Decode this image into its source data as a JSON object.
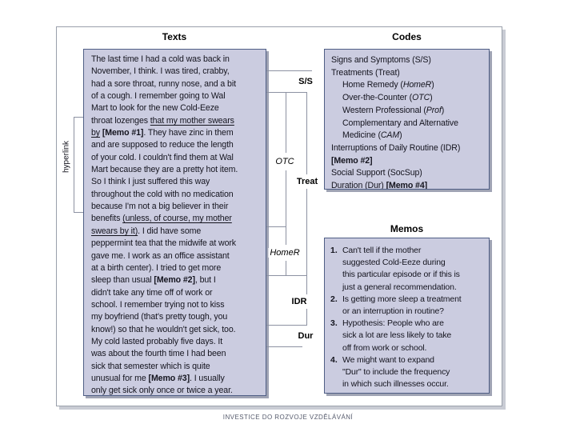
{
  "panels": {
    "texts": {
      "title": "Texts",
      "lines": [
        [
          {
            "t": "The last time I had a cold was back in"
          }
        ],
        [
          {
            "t": "November, I think. I was tired, crabby,"
          }
        ],
        [
          {
            "t": "had a sore throat, runny nose, and a bit"
          }
        ],
        [
          {
            "t": "of a cough. I remember going to Wal"
          }
        ],
        [
          {
            "t": "Mart to look for the new Cold-Eeze"
          }
        ],
        [
          {
            "t": "throat lozenges "
          },
          {
            "t": "that my mother swears",
            "u": 1
          }
        ],
        [
          {
            "t": "by",
            "u": 1
          },
          {
            "t": " "
          },
          {
            "t": "[Memo #1]",
            "b": 1
          },
          {
            "t": ". They have zinc in them"
          }
        ],
        [
          {
            "t": "and are supposed to reduce the length"
          }
        ],
        [
          {
            "t": "of your cold. I couldn't find them at Wal"
          }
        ],
        [
          {
            "t": "Mart because they are a pretty hot item."
          }
        ],
        [
          {
            "t": "So I think I just suffered this way"
          }
        ],
        [
          {
            "t": "throughout the cold with no medication"
          }
        ],
        [
          {
            "t": "because I'm not a big believer in their"
          }
        ],
        [
          {
            "t": "benefits "
          },
          {
            "t": "(unless, of course, my mother",
            "u": 1
          }
        ],
        [
          {
            "t": "swears by it)",
            "u": 1
          },
          {
            "t": ". I did have some"
          }
        ],
        [
          {
            "t": "peppermint tea that the midwife at work"
          }
        ],
        [
          {
            "t": "gave me. I work as an office assistant"
          }
        ],
        [
          {
            "t": "at a birth center). I tried to get more"
          }
        ],
        [
          {
            "t": "sleep than usual "
          },
          {
            "t": "[Memo #2]",
            "b": 1
          },
          {
            "t": ", but I"
          }
        ],
        [
          {
            "t": "didn't take any time off of work or"
          }
        ],
        [
          {
            "t": "school. I remember trying not to kiss"
          }
        ],
        [
          {
            "t": "my boyfriend (that's pretty tough, you"
          }
        ],
        [
          {
            "t": "know!) so that he wouldn't get sick, too."
          }
        ],
        [
          {
            "t": "My cold lasted probably five days. It"
          }
        ],
        [
          {
            "t": "was about the fourth time I had been"
          }
        ],
        [
          {
            "t": "sick that semester which is quite"
          }
        ],
        [
          {
            "t": "unusual for me "
          },
          {
            "t": "[Memo #3]",
            "b": 1
          },
          {
            "t": ". I usually"
          }
        ],
        [
          {
            "t": "only get sick only once or twice a year."
          }
        ]
      ]
    },
    "codes": {
      "title": "Codes",
      "items": [
        {
          "indent": 0,
          "segs": [
            {
              "t": "Signs and Symptoms (S/S)"
            }
          ]
        },
        {
          "indent": 0,
          "segs": [
            {
              "t": "Treatments (Treat)"
            }
          ]
        },
        {
          "indent": 1,
          "segs": [
            {
              "t": "Home Remedy ("
            },
            {
              "t": "HomeR",
              "i": 1
            },
            {
              "t": ")"
            }
          ]
        },
        {
          "indent": 1,
          "segs": [
            {
              "t": "Over-the-Counter ("
            },
            {
              "t": "OTC",
              "i": 1
            },
            {
              "t": ")"
            }
          ]
        },
        {
          "indent": 1,
          "segs": [
            {
              "t": "Western Professional ("
            },
            {
              "t": "Prof",
              "i": 1
            },
            {
              "t": ")"
            }
          ]
        },
        {
          "indent": 1,
          "segs": [
            {
              "t": "Complementary and Alternative"
            }
          ]
        },
        {
          "indent": 1,
          "segs": [
            {
              "t": "Medicine ("
            },
            {
              "t": "CAM",
              "i": 1
            },
            {
              "t": ")"
            }
          ]
        },
        {
          "indent": 0,
          "segs": [
            {
              "t": "Interruptions of Daily Routine (IDR)"
            }
          ]
        },
        {
          "indent": 0,
          "segs": [
            {
              "t": "[Memo #2]",
              "b": 1
            }
          ]
        },
        {
          "indent": 0,
          "segs": [
            {
              "t": "Social Support (SocSup)"
            }
          ]
        },
        {
          "indent": 0,
          "segs": [
            {
              "t": "Duration (Dur) "
            },
            {
              "t": "[Memo #4]",
              "b": 1
            }
          ]
        }
      ]
    },
    "memos": {
      "title": "Memos",
      "items": [
        {
          "num": "1.",
          "lines": [
            "Can't tell if the mother",
            "suggested Cold-Eeze during",
            "this particular episode or if this is",
            "just a general recommendation."
          ]
        },
        {
          "num": "2.",
          "lines": [
            "Is getting more sleep a treatment",
            "or an interruption in routine?"
          ]
        },
        {
          "num": "3.",
          "lines": [
            "Hypothesis: People who are",
            "sick a lot are less likely to take",
            "off from work or school."
          ]
        },
        {
          "num": "4.",
          "lines": [
            "We might want to expand",
            "\"Dur\" to include the frequency",
            "in which such illnesses occur."
          ]
        }
      ]
    }
  },
  "connector_labels": {
    "ss": "S/S",
    "otc": "OTC",
    "treat": "Treat",
    "homer": "HomeR",
    "idr": "IDR",
    "dur": "Dur",
    "hyperlink": "hyperlink"
  },
  "caption": "INVESTICE DO ROZVOJE VZDĚLÁVÁNÍ",
  "colors": {
    "box_fill": "#cbcce0",
    "box_border": "#4f5e85",
    "line": "#8d92a2",
    "text": "#14141e"
  }
}
